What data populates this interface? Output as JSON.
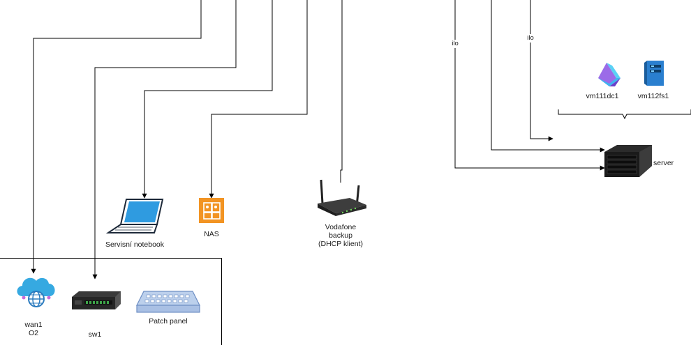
{
  "labels": {
    "wan1": "wan1",
    "o2": "O2",
    "sw1": "sw1",
    "patch_panel": "Patch panel",
    "servisni_notebook": "Servisní notebook",
    "nas": "NAS",
    "vodafone_line1": "Vodafone",
    "vodafone_line2": "backup",
    "vodafone_line3": "(DHCP klient)",
    "ilo_left": "ilo",
    "ilo_right": "ilo",
    "vm111dc1": "vm111dc1",
    "vm112fs1": "vm112fs1",
    "server": "server"
  },
  "colors": {
    "line": "#000000",
    "cloud": "#36a9e1",
    "nas_orange": "#f29423",
    "vm_purple": "#7b4fd6",
    "server_dark": "#222222"
  },
  "icons": [
    "cloud-globe-icon",
    "switch-icon",
    "patch-panel-icon",
    "laptop-icon",
    "nas-icon",
    "router-icon",
    "azure-vm-icon",
    "file-server-icon",
    "server-icon"
  ]
}
